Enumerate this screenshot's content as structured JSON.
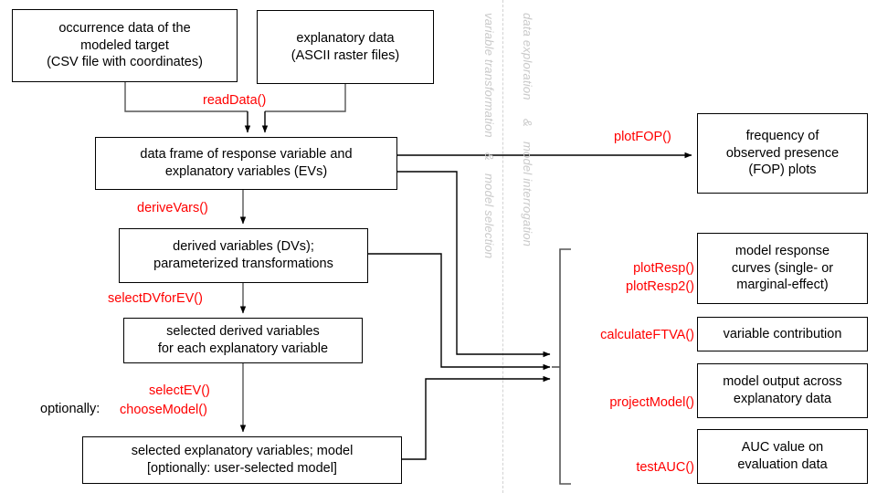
{
  "diagram": {
    "title": "MIAmaxent / package workflow flowchart",
    "accent_function_color": "#ff0000",
    "box_border_color": "#000000",
    "annotation_color": "#c9c9c9",
    "divider_color": "#d2d2d2"
  },
  "input_boxes": [
    {
      "id": "occurrence-data",
      "text": "occurrence data of the modeled target (CSV file with coordinates)",
      "lines": [
        "occurrence data of the",
        "modeled target",
        "(CSV file with coordinates)"
      ]
    },
    {
      "id": "explanatory-data",
      "text": "explanatory data (ASCII raster files)",
      "lines": [
        "explanatory data",
        "(ASCII raster files)"
      ]
    }
  ],
  "flow_boxes": [
    {
      "id": "data-frame",
      "lines": [
        "data frame of response variable and",
        "explanatory variables (EVs)"
      ]
    },
    {
      "id": "derived-variables",
      "lines": [
        "derived variables (DVs);",
        "parameterized transformations"
      ]
    },
    {
      "id": "selected-derived-variables",
      "lines": [
        "selected derived variables",
        "for each explanatory variable"
      ]
    },
    {
      "id": "selected-explanatory-variables",
      "lines": [
        "selected explanatory variables; model",
        "[optionally: user-selected model]"
      ]
    }
  ],
  "output_boxes": [
    {
      "id": "fop-plots",
      "lines": [
        "frequency of",
        "observed presence",
        "(FOP) plots"
      ]
    },
    {
      "id": "model-response-curves",
      "lines": [
        "model response",
        "curves (single- or",
        "marginal-effect)"
      ]
    },
    {
      "id": "variable-contribution",
      "lines": [
        "variable contribution"
      ]
    },
    {
      "id": "model-output",
      "lines": [
        "model output across",
        "explanatory data"
      ]
    },
    {
      "id": "auc-value",
      "lines": [
        "AUC value on",
        "evaluation data"
      ]
    }
  ],
  "functions": {
    "read_data": "readData()",
    "derive_vars": "deriveVars()",
    "select_dv_for_ev": "selectDVforEV()",
    "select_ev": "selectEV()",
    "choose_model": "chooseModel()",
    "optionally_label": "optionally:",
    "plot_fop": "plotFOP()",
    "plot_resp": "plotResp()",
    "plot_resp2": "plotResp2()",
    "calculate_ftva": "calculateFTVA()",
    "project_model": "projectModel()",
    "test_auc": "testAUC()"
  },
  "phase_annotations": {
    "left": "variable transformation  &  model selection",
    "left_part1": "variable transformation",
    "left_amp": "&",
    "left_part2": "model selection",
    "right": "data exploration  &  model interrogation",
    "right_part1": "data exploration",
    "right_amp": "&",
    "right_part2": "model interrogation"
  }
}
